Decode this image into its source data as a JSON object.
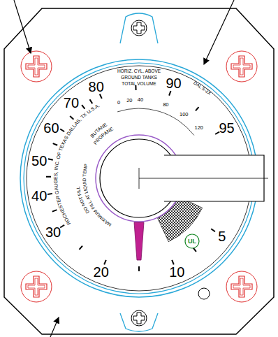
{
  "diagram": {
    "labels": [
      "80",
      "90",
      "70",
      "60",
      "50",
      "40",
      "30",
      "20",
      "10",
      "5",
      "95",
      "HORIZ. CYL. ABOVE",
      "GROUND TANKS",
      "TOTAL VOLUME",
      "0",
      "20",
      "40",
      "80",
      "100",
      "120",
      "DAL S-2X",
      "ROCHESTER GAUGES, INC. OF TEXAS DALLAS, TX U.S.A.",
      "BUTANE",
      "PROPANE",
      "MAXIMUM FILL AT LIQUID TEMP",
      "DO NOT FILL",
      "UL"
    ]
  }
}
